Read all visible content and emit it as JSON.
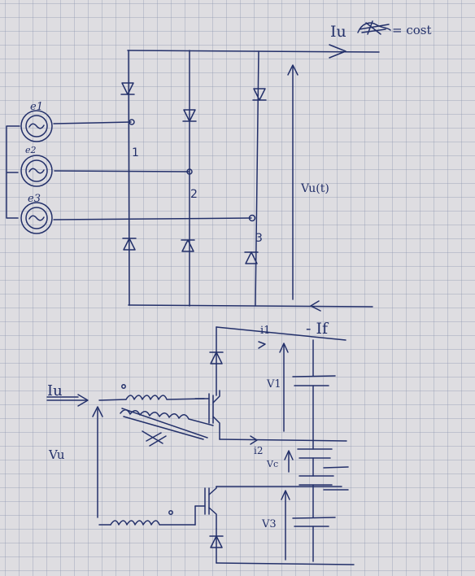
{
  "top": {
    "output_current": "Iu",
    "output_current_suffix": "= cost",
    "source_labels": [
      "e1",
      "e2",
      "e3"
    ],
    "leg_labels": [
      "1",
      "2",
      "3"
    ],
    "output_voltage": "Vu(t)",
    "return_current": "- If"
  },
  "bottom": {
    "input_current": "Iu",
    "input_voltage": "Vu",
    "branch_currents": [
      "i1",
      "i2"
    ],
    "capacitor_voltages": [
      "V1",
      "Vc",
      "V3"
    ]
  },
  "colors": {
    "paper": "#dedde1",
    "grid": "#8c96af",
    "ink": "#23306a"
  }
}
